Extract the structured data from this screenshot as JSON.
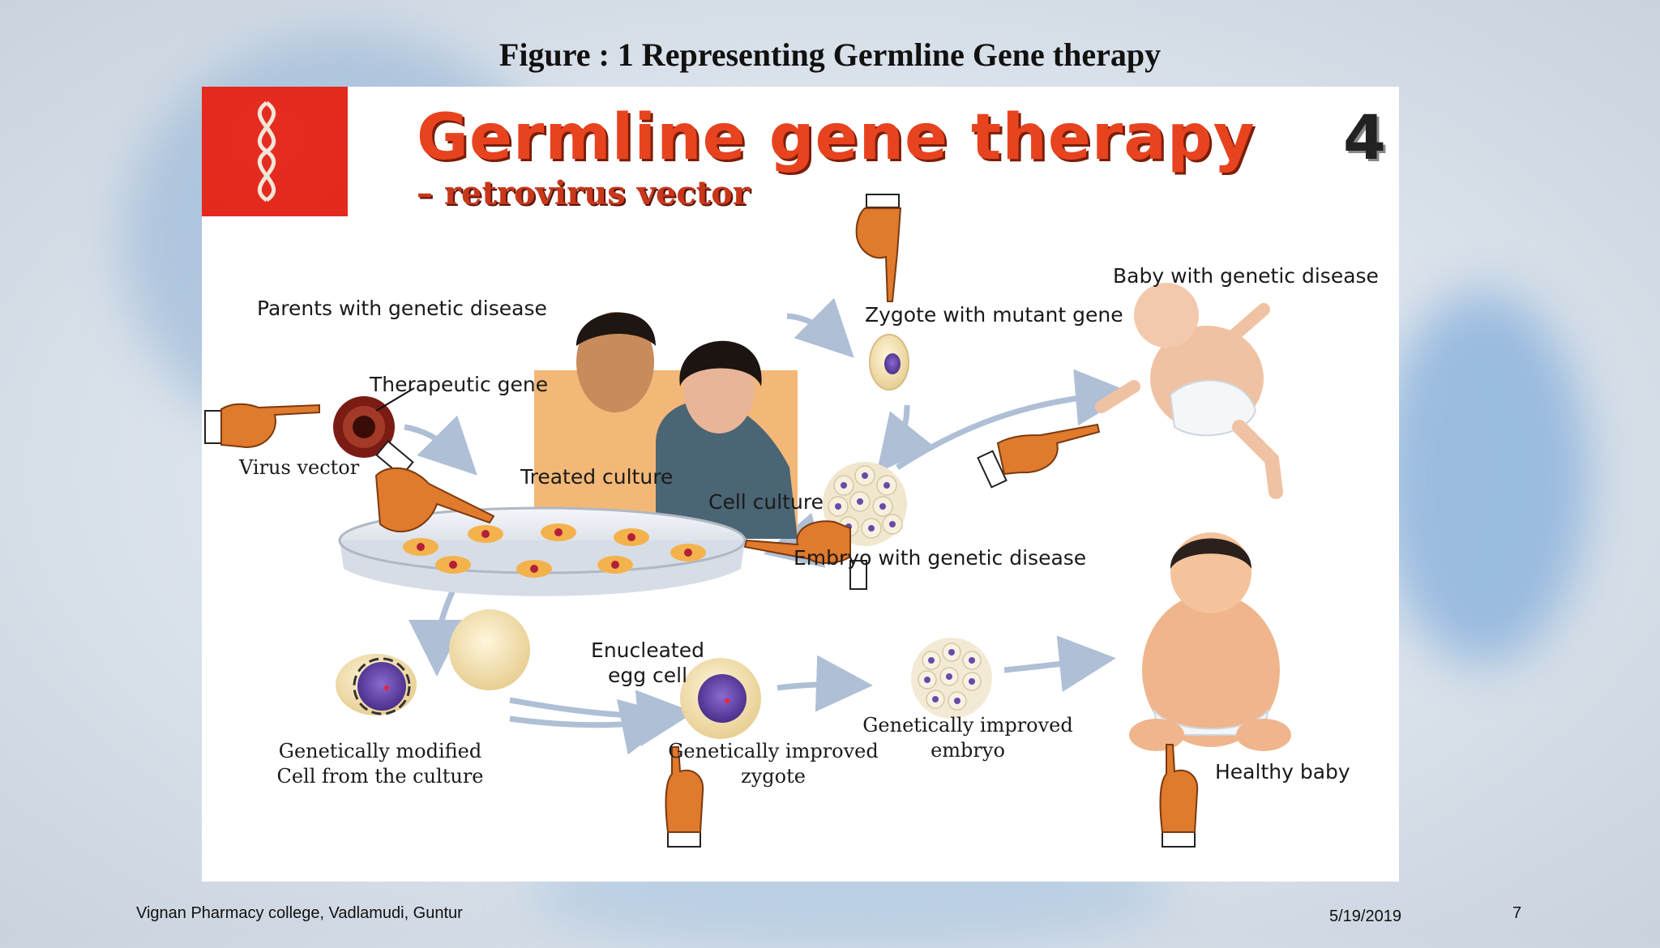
{
  "slide": {
    "title": "Figure : 1 Representing Germline Gene therapy",
    "footer_left": "Vignan Pharmacy college, Vadlamudi, Guntur",
    "footer_date": "5/19/2019",
    "footer_page": "7"
  },
  "figure": {
    "heading": "Germline gene therapy",
    "subheading": "– retrovirus vector",
    "number": "4",
    "labels": {
      "parents": "Parents with genetic disease",
      "therapeutic_gene": "Therapeutic gene",
      "virus_vector": "Virus vector",
      "treated_culture": "Treated culture",
      "zygote_mutant": "Zygote with mutant gene",
      "baby_disease": "Baby with genetic disease",
      "cell_culture": "Cell culture",
      "embryo_disease": "Embryo with genetic disease",
      "enucleated_1": "Enucleated",
      "enucleated_2": "egg cell",
      "gm_cell_1": "Genetically modified",
      "gm_cell_2": "Cell from the culture",
      "gi_zygote_1": "Genetically improved",
      "gi_zygote_2": "zygote",
      "gi_embryo_1": "Genetically improved",
      "gi_embryo_2": "embryo",
      "healthy_baby": "Healthy baby"
    }
  },
  "colors": {
    "heading": "#e8431f",
    "arrow": "#aebfd6",
    "cell_nucleus": "#6a4aa8",
    "cell_body": "#f2dfaa",
    "hand": "#e07a2c"
  },
  "icons": [
    "dna-logo-icon",
    "pointing-hand-icon",
    "virus-icon",
    "petri-dish-icon",
    "egg-cell-icon",
    "embryo-icon",
    "parents-illustration",
    "baby-illustration"
  ]
}
